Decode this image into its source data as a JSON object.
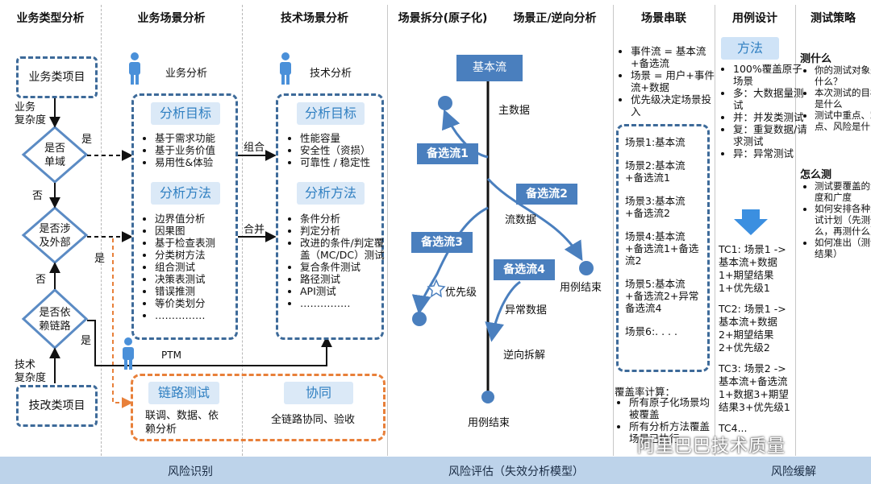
{
  "headers": {
    "business_type": "业务类型分析",
    "business_scene": "业务场景分析",
    "tech_scene": "技术场景分析",
    "scene_split": "场景拆分(原子化)",
    "scene_fwd_rev": "场景正/逆向分析",
    "scene_chain": "场景串联",
    "usecase_design": "用例设计",
    "test_strategy": "测试策略"
  },
  "col1": {
    "biz_item": "业务类项目",
    "biz_complexity": "业务\n复杂度",
    "q_single": "是否\n单域",
    "yes1": "是",
    "no1": "否",
    "q_external": "是否涉\n及外部",
    "yes2": "是",
    "no2": "否",
    "q_chain": "是否依\n赖链路",
    "yes3": "是",
    "tech_complexity": "技术\n复杂度",
    "tech_item": "技改类项目"
  },
  "col2": {
    "biz_analysis": "业务分析",
    "goal_title": "分析目标",
    "goals": [
      "基于需求功能",
      "基于业务价值",
      "易用性&体验"
    ],
    "method_title": "分析方法",
    "methods": [
      "边界值分析",
      "因果图",
      "基于检查表测",
      "分类树方法",
      "组合测试",
      "决策表测试",
      "错误推测",
      "等价类划分",
      "……………"
    ],
    "ptm": "PTM",
    "link_test": "链路测试",
    "link_desc": "联调、数据、依\n赖分析"
  },
  "col3": {
    "tech_analysis": "技术分析",
    "combine": "组合",
    "merge": "合并",
    "goal_title": "分析目标",
    "goals": [
      "性能容量",
      "安全性（资损）",
      "可靠性 / 稳定性"
    ],
    "method_title": "分析方法",
    "methods": [
      "条件分析",
      "判定分析",
      "改进的条件/判定覆盖（MC/DC）测试",
      "复合条件测试",
      "路径测试",
      "API测试",
      "……………"
    ],
    "coop": "协同",
    "coop_desc": "全链路协同、验收"
  },
  "col4": {
    "basic_flow": "基本流",
    "main_data": "主数据",
    "alt1": "备选流1",
    "alt2": "备选流2",
    "alt3": "备选流3",
    "alt4": "备选流4",
    "flow_data": "流数据",
    "priority": "优先级",
    "abnormal_data": "异常数据",
    "reverse": "逆向拆解",
    "end1": "用例结束",
    "end2": "用例结束"
  },
  "col5": {
    "bullets": [
      "事件流 = 基本流+备选流",
      "场景 = 用户+事件流+数据",
      "优先级决定场景投入"
    ],
    "scenes": [
      "场景1:基本流",
      "场景2:基本流+备选流1",
      "场景3:基本流+备选流2",
      "场景4:基本流+备选流1+备选流2",
      "场景5:基本流+备选流2+异常备选流4",
      "场景6:. . . ."
    ],
    "coverage_title": "覆盖率计算：",
    "coverage": [
      "所有原子化场景均被覆盖",
      "所有分析方法覆盖场景已执行"
    ]
  },
  "col6": {
    "method": "方法",
    "items": [
      "100%覆盖原子场景",
      "多：大数据量测试",
      "并：并发类测试",
      "复：重复数据/请求测试",
      "异：异常测试"
    ],
    "tc1": "TC1: 场景1 -> 基本流+数据1+期望结果1+优先级1",
    "tc2": "TC2: 场景1 -> 基本流+数据2+期望结果2+优先级2",
    "tc3": "TC3: 场景2 -> 基本流+备选流1+数据3+期望结果3+优先级1",
    "tc4": "TC4..."
  },
  "col7": {
    "what_title": "测什么",
    "what": [
      "你的测试对象是什么？",
      "本次测试的目标是什么",
      "测试中重点、难点、风险是什么"
    ],
    "how_title": "怎么测",
    "how": [
      "测试要覆盖的深度和广度",
      "如何安排各种测试计划（先测什么，再测什么）",
      "如何准出（测试结果）"
    ]
  },
  "footer": {
    "risk_identify": "风险识别",
    "risk_assess": "风险评估（失效分析模型）",
    "risk_mitigate": "风险缓解",
    "watermark": "阿里巴巴技术质量"
  },
  "colors": {
    "navy": "#3d6a99",
    "orange": "#e8803a",
    "blue": "#4a7fbe",
    "light": "#dbe9f7",
    "band": "#bdd3ea"
  }
}
